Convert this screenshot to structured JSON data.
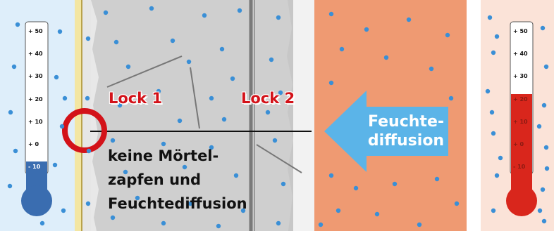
{
  "labels": {
    "lock1": "Lock 1",
    "lock2": "Lock 2",
    "arrow_line1": "Feuchte-",
    "arrow_line2": "diffusion",
    "caption_line1": "keine Mörtel-",
    "caption_line2": "zapfen und",
    "caption_line3": "Feuchtediffusion"
  },
  "thermometers": {
    "left": {
      "scale": [
        "+ 50",
        "+ 40",
        "+ 30",
        "+ 20",
        "+ 10",
        "+ 0",
        "- 10"
      ],
      "fill_level_celsius": -10,
      "fill_color": "#3a6db0"
    },
    "right": {
      "scale": [
        "+ 50",
        "+ 40",
        "+ 30",
        "+ 20",
        "+ 10",
        "+ 0",
        "- 10"
      ],
      "fill_level_celsius": 20,
      "fill_color": "#d9261c"
    }
  },
  "colors": {
    "left_zone": "#deeefa",
    "insulation": "#f3e6a2",
    "wall": "#cfcfcf",
    "brick": "#ef9a72",
    "right_zone": "#fbe3d8",
    "dots": "#3a8fd6",
    "marker": "#d31219",
    "arrow": "#5bb4e8"
  }
}
